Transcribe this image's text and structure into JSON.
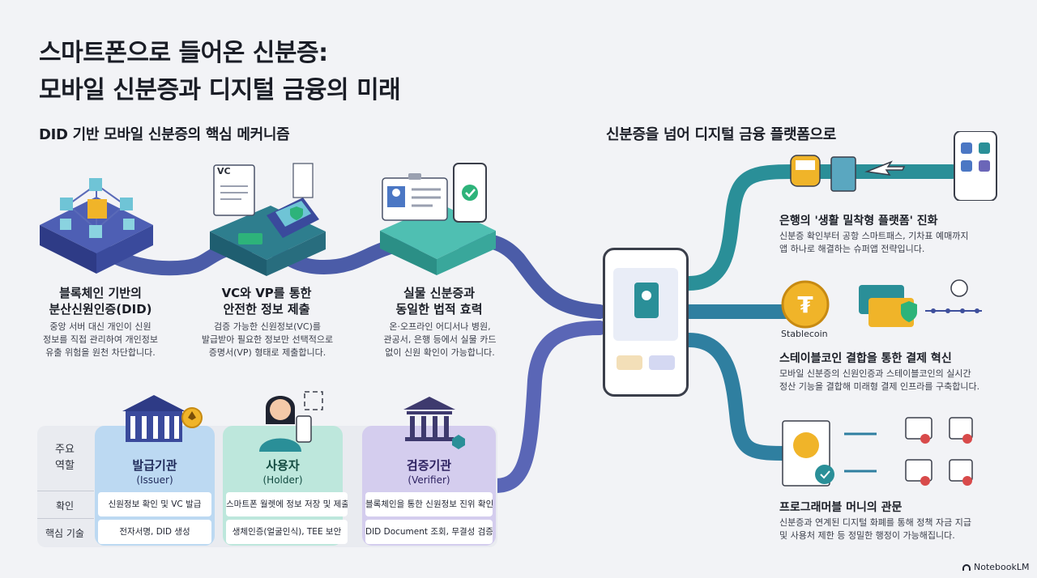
{
  "title": {
    "line1": "스마트폰으로 들어온 신분증:",
    "line2": "모바일 신분증과 디지털 금융의 미래"
  },
  "left_section": {
    "title": "DID 기반 모바일 신분증의 핵심 메커니즘",
    "features": [
      {
        "title_lines": [
          "블록체인 기반의",
          "분산신원인증(DID)"
        ],
        "body_lines": [
          "중앙 서버 대신 개인이 신원",
          "정보를 직접 관리하여 개인정보",
          "유출 위험을 원천 차단합니다."
        ],
        "icon": "blockchain-cube-icon"
      },
      {
        "title_lines": [
          "VC와 VP를 통한",
          "안전한 정보 제출"
        ],
        "body_lines": [
          "검증 가능한 신원정보(VC)를",
          "발급받아 필요한 정보만 선택적으로",
          "증명서(VP) 형태로 제출합니다."
        ],
        "icon_label": "VC",
        "icon": "document-terminal-icon"
      },
      {
        "title_lines": [
          "실물 신분증과",
          "동일한 법적 효력"
        ],
        "body_lines": [
          "온·오프라인 어디서나 병원,",
          "관공서, 은행 등에서 실물 카드",
          "없이 신원 확인이 가능합니다."
        ],
        "icon": "id-card-phone-icon"
      }
    ]
  },
  "roles_table": {
    "header_label_lines": [
      "주요",
      "역할"
    ],
    "row_labels": [
      "확인",
      "핵심 기술"
    ],
    "roles": [
      {
        "name": "발급기관",
        "en": "(Issuer)",
        "row1": "신원정보 확인 및 VC 발급",
        "row2": "전자서명, DID 생성",
        "color": "#bcd9f2",
        "icon": "government-building-icon"
      },
      {
        "name": "사용자",
        "en": "(Holder)",
        "row1": "스마트폰 월렛에 정보 저장 및 제출",
        "row2": "생체인증(얼굴인식), TEE 보안",
        "color": "#bde7dc",
        "icon": "person-phone-icon"
      },
      {
        "name": "검증기관",
        "en": "(Verifier)",
        "row1": "블록체인을 통한 신원정보 진위 확인",
        "row2": "DID Document 조회, 무결성 검증",
        "color": "#d4cdee",
        "icon": "bank-building-icon"
      }
    ]
  },
  "right_section": {
    "title": "신분증을 넘어 디지털 금융 플랫폼으로",
    "items": [
      {
        "title": "은행의 '생활 밀착형 플랫폼' 진화",
        "body_lines": [
          "신분증 확인부터 공항 스마트패스, 기차표 예매까지",
          "앱 하나로 해결하는 슈퍼앱 전략입니다."
        ],
        "icon": "train-ticket-airplane-icon"
      },
      {
        "title": "스테이블코인 결합을 통한 결제 혁신",
        "body_lines": [
          "모바일 신분증의 신원인증과 스테이블코인의 실시간",
          "정산 기능을 결합해 미래형 결제 인프라를 구축합니다."
        ],
        "coin_label": "Stablecoin",
        "icon": "stablecoin-card-icon"
      },
      {
        "title": "프로그래머블 머니의 관문",
        "body_lines": [
          "신분증과 연계된 디지털 화폐를 통해 정책 자금 지급",
          "및 사용처 제한 등 정밀한 행정이 가능해집니다."
        ],
        "icon": "programmable-money-icon"
      }
    ]
  },
  "brand": "NotebookLM",
  "colors": {
    "navy": "#2e3f8c",
    "teal": "#2a8f98",
    "purple_flow": "#5864b4",
    "issuer": "#bcd9f2",
    "holder": "#bde7dc",
    "verifier": "#d4cdee"
  }
}
